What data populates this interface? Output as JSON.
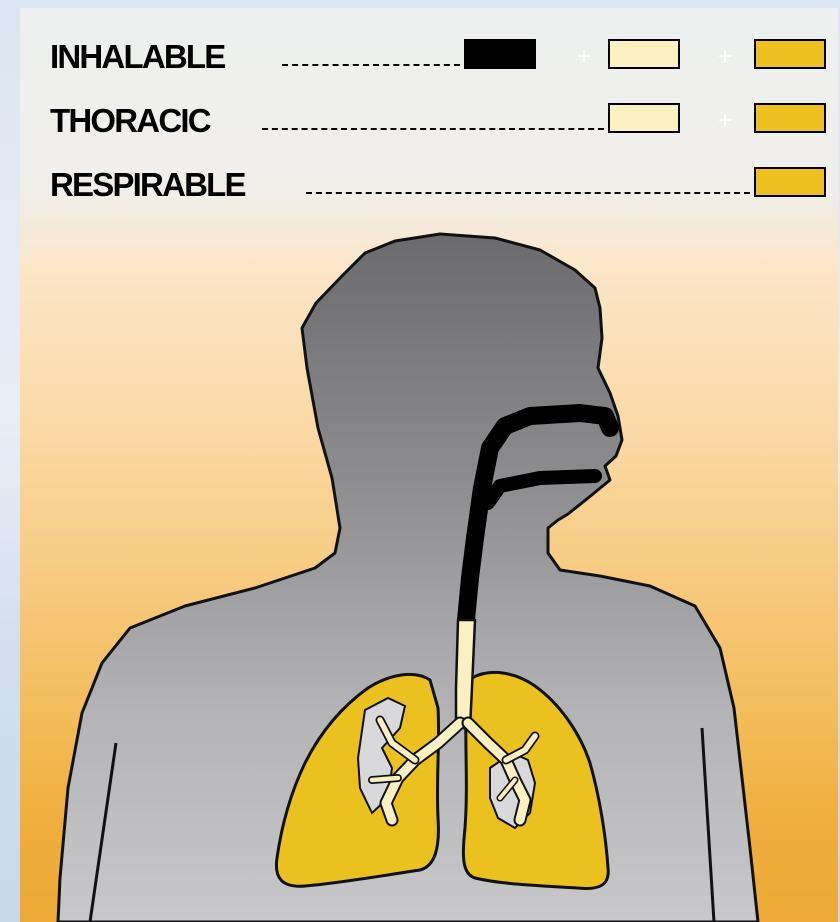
{
  "legend": {
    "rows": [
      {
        "label": "INHALABLE",
        "plus_1": "+",
        "plus_2": "+"
      },
      {
        "label": "THORACIC",
        "plus_1": "+"
      },
      {
        "label": "RESPIRABLE"
      }
    ]
  },
  "colors": {
    "inhalable_fraction": "#000000",
    "thoracic_fraction": "#fbf0c2",
    "respirable_fraction": "#ecc11f",
    "silhouette_top": "#6d6d6f",
    "silhouette_bottom": "#c5c5c8",
    "background_top": "#eef0f0",
    "background_bottom": "#eca935"
  },
  "icons": [
    "human-silhouette",
    "airway",
    "lungs",
    "trachea",
    "bronchi"
  ]
}
